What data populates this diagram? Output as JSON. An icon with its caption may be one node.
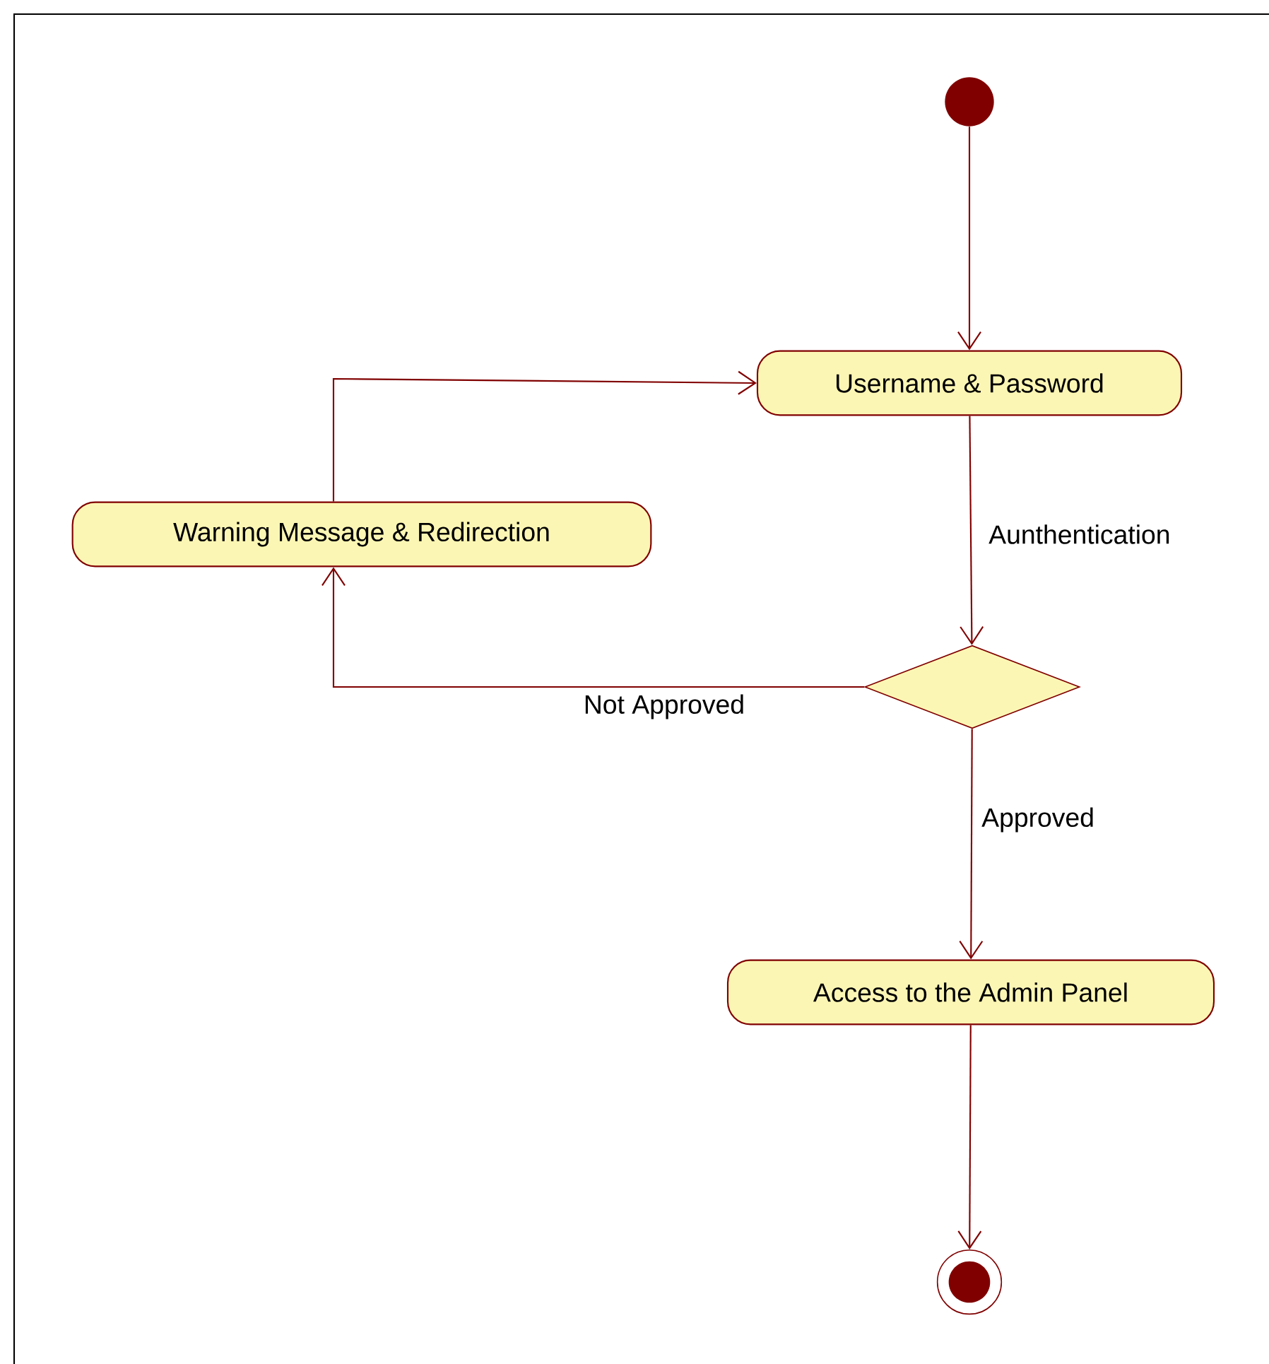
{
  "diagram": {
    "nodes": [
      {
        "text": [],
        "shape": "circle"
      },
      {
        "text": [
          "Username & Password"
        ]
      },
      {
        "text": [
          "Warning Message & Redirection"
        ]
      },
      {
        "text": [],
        "shape": "diamond"
      },
      {
        "text": [
          "Access to the Admin Panel"
        ]
      },
      {
        "text": [],
        "shape": "bullseye"
      }
    ],
    "edges": [
      {
        "from": 0,
        "to": 1,
        "arrow": "to"
      },
      {
        "from": 1,
        "to": 3,
        "arrow": "to",
        "label": "Aunthentication"
      },
      {
        "from": 3,
        "to": 2,
        "arrow": "to",
        "label": "Not Approved"
      },
      {
        "from": 2,
        "to": 1,
        "arrow": "to"
      },
      {
        "from": 3,
        "to": 4,
        "arrow": "to",
        "label": "Approved"
      },
      {
        "from": 4,
        "to": 5,
        "arrow": "to"
      }
    ]
  }
}
